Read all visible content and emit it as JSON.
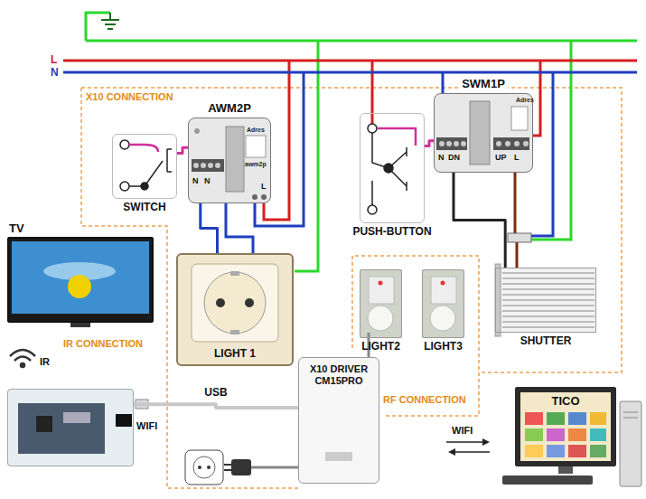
{
  "diagram": {
    "nodes": [
      {
        "text": [
          "AWM2P"
        ]
      },
      {
        "text": [
          "SWITCH"
        ]
      },
      {
        "text": [
          "LIGHT 1"
        ]
      },
      {
        "text": [
          "SWM1P"
        ]
      },
      {
        "text": [
          "PUSH-BUTTON"
        ]
      },
      {
        "text": [
          "LIGHT2"
        ]
      },
      {
        "text": [
          "LIGHT3"
        ]
      },
      {
        "text": [
          "SHUTTER"
        ]
      },
      {
        "text": [
          "TV"
        ]
      },
      {
        "text": [
          "WIFI"
        ]
      },
      {
        "text": [
          "X10 DRIVER CM15PRO"
        ]
      },
      {
        "text": [
          "TICO"
        ]
      }
    ],
    "edges": [
      {
        "from": 0,
        "to": 2,
        "arrow": "none"
      },
      {
        "from": 1,
        "to": 0,
        "arrow": "none"
      },
      {
        "from": 4,
        "to": 3,
        "arrow": "none"
      },
      {
        "from": 3,
        "to": 7,
        "arrow": "none"
      },
      {
        "from": 9,
        "to": 10,
        "label": "USB",
        "arrow": "none"
      }
    ],
    "labels": [
      "L",
      "N",
      "X10 CONNECTION",
      "N",
      "N",
      "Adres",
      "awm2p",
      "L",
      "N",
      "DN",
      "UP",
      "L",
      "Adres",
      "IR CONNECTION",
      "IR",
      "RF CONNECTION",
      "WIFI"
    ]
  }
}
